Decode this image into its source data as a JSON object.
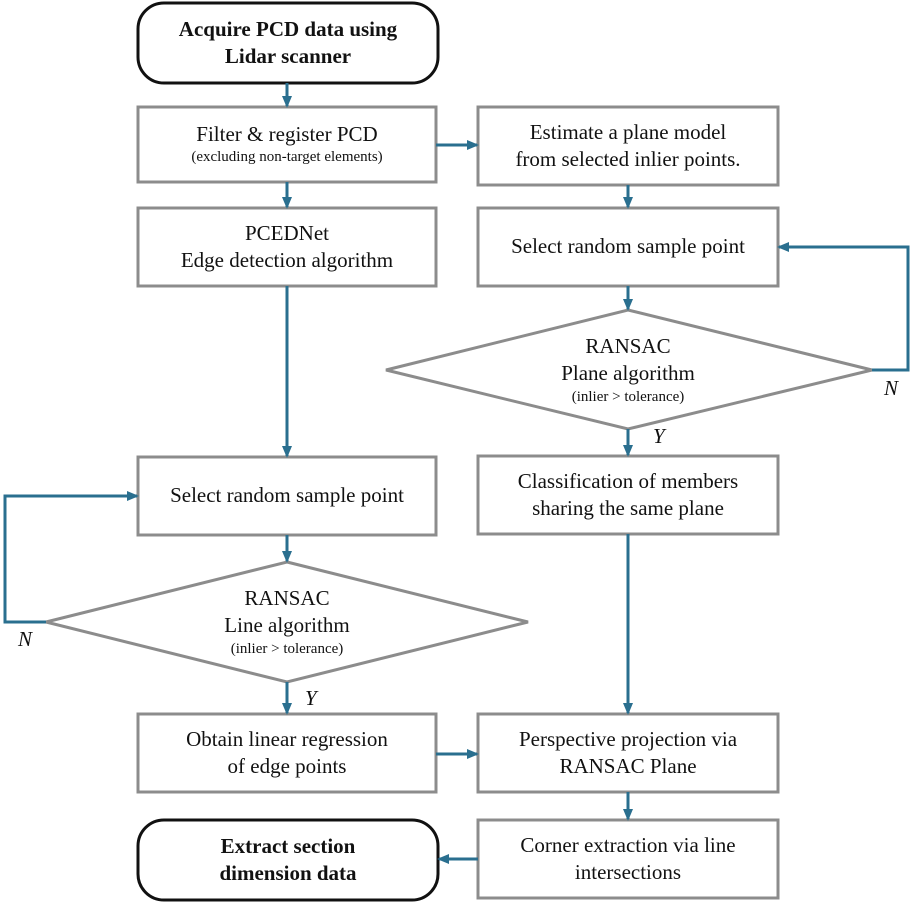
{
  "colors": {
    "box_stroke": "#8c8c8c",
    "arrow": "#2a6f8f",
    "text": "#111111"
  },
  "nodes": {
    "acquire": {
      "line1": "Acquire PCD data using",
      "line2": "Lidar scanner"
    },
    "filter": {
      "line1": "Filter & register PCD",
      "line2": "(excluding non-target elements)"
    },
    "pcednet": {
      "line1": "PCEDNet",
      "line2": "Edge detection algorithm"
    },
    "select_left": {
      "line1": "Select random sample point"
    },
    "ransac_line": {
      "line1": "RANSAC",
      "line2": "Line algorithm",
      "line3": "(inlier > tolerance)"
    },
    "regression": {
      "line1": "Obtain linear regression",
      "line2": "of edge points"
    },
    "extract": {
      "line1": "Extract section",
      "line2": "dimension data"
    },
    "estimate": {
      "line1": "Estimate a plane model",
      "line2": "from selected inlier points."
    },
    "select_right": {
      "line1": "Select random sample point"
    },
    "ransac_plane": {
      "line1": "RANSAC",
      "line2": "Plane algorithm",
      "line3": "(inlier > tolerance)"
    },
    "classification": {
      "line1": "Classification of members",
      "line2": "sharing the same plane"
    },
    "projection": {
      "line1": "Perspective projection via",
      "line2": "RANSAC Plane"
    },
    "corner": {
      "line1": "Corner extraction via line",
      "line2": "intersections"
    }
  },
  "labels": {
    "yes": "Y",
    "no": "N"
  }
}
